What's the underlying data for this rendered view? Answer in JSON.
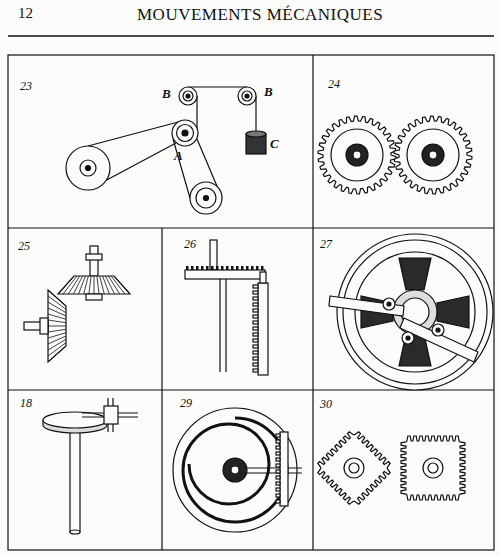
{
  "diagram": {
    "title": "MOUVEMENTS MÉCANIQUES",
    "labels": [
      "12",
      "23",
      "B",
      "B",
      "A",
      "C",
      "24",
      "25",
      "26",
      "27",
      "18",
      "29",
      "30"
    ]
  }
}
